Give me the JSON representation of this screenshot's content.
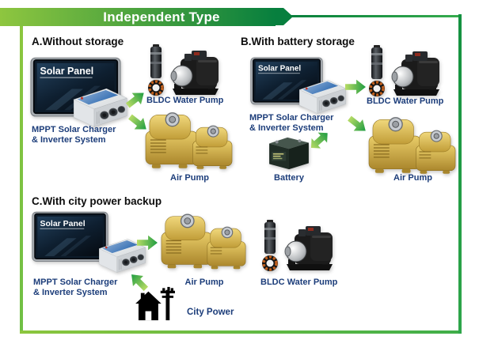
{
  "banner": {
    "title": "Independent Type"
  },
  "colors": {
    "banner_gradient_left": "#8ec63f",
    "banner_gradient_right": "#077f3e",
    "frame_green": "#3fae49",
    "label_blue": "#1c3d7a",
    "heading_black": "#0d0d0d",
    "arrow_light_green": "#b8dc66",
    "arrow_dark_green": "#1e9c41",
    "air_pump_yellow": "#d8b84e"
  },
  "sections": {
    "a": {
      "heading": "A.Without storage",
      "solar_panel": "Solar Panel",
      "mppt_line1": "MPPT Solar Charger",
      "mppt_line2": "& Inverter System",
      "bldc_pump": "BLDC Water Pump",
      "air_pump": "Air Pump"
    },
    "b": {
      "heading": "B.With battery storage",
      "solar_panel": "Solar Panel",
      "mppt_line1": "MPPT Solar Charger",
      "mppt_line2": "& Inverter System",
      "bldc_pump": "BLDC Water Pump",
      "air_pump": "Air Pump",
      "battery": "Battery"
    },
    "c": {
      "heading": "C.With city power backup",
      "solar_panel": "Solar Panel",
      "mppt_line1": "MPPT Solar Charger",
      "mppt_line2": "& Inverter System",
      "air_pump": "Air Pump",
      "bldc_pump": "BLDC Water Pump",
      "city_power": "City Power"
    }
  }
}
